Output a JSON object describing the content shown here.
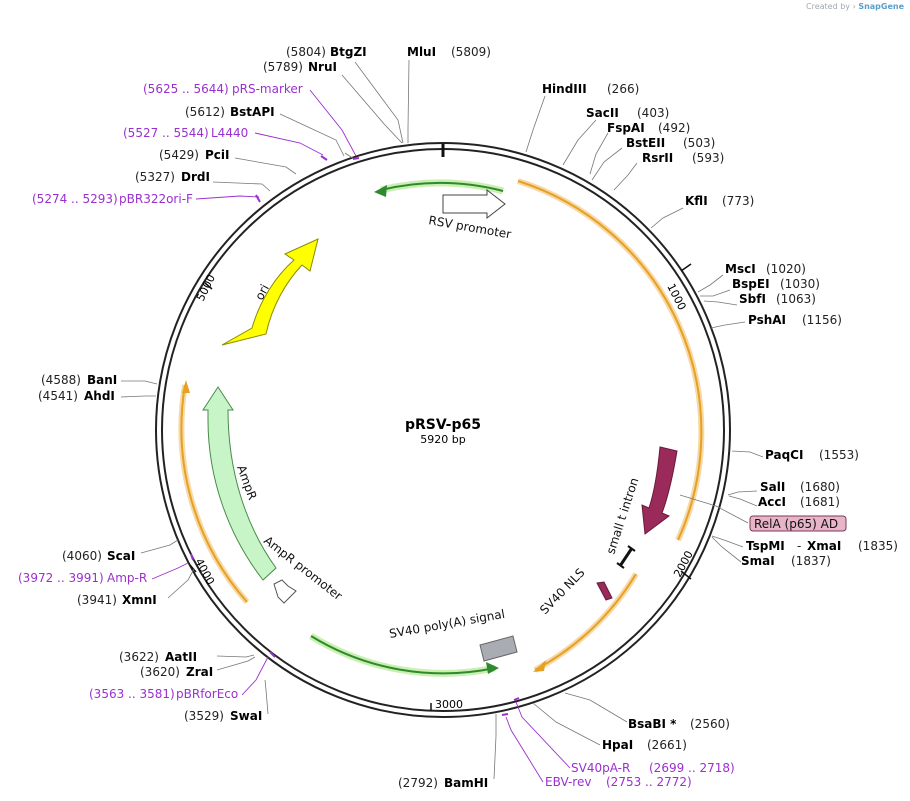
{
  "credit": {
    "prefix": "Created by",
    "brand": "SnapGene"
  },
  "plasmid": {
    "name": "pRSV-p65",
    "length": "5920 bp"
  },
  "ticks": [
    "1000",
    "2000",
    "3000",
    "4000",
    "5000"
  ],
  "enzymes": [
    {
      "name": "BtgZI",
      "pos": "(5804)"
    },
    {
      "name": "NruI",
      "pos": "(5789)"
    },
    {
      "name": "MluI",
      "pos": "(5809)"
    },
    {
      "name": "HindIII",
      "pos": "(266)"
    },
    {
      "name": "SacII",
      "pos": "(403)"
    },
    {
      "name": "FspAI",
      "pos": "(492)"
    },
    {
      "name": "BstEII",
      "pos": "(503)"
    },
    {
      "name": "RsrII",
      "pos": "(593)"
    },
    {
      "name": "KflI",
      "pos": "(773)"
    },
    {
      "name": "MscI",
      "pos": "(1020)"
    },
    {
      "name": "BspEI",
      "pos": "(1030)"
    },
    {
      "name": "SbfI",
      "pos": "(1063)"
    },
    {
      "name": "PshAI",
      "pos": "(1156)"
    },
    {
      "name": "PaqCI",
      "pos": "(1553)"
    },
    {
      "name": "SalI",
      "pos": "(1680)"
    },
    {
      "name": "AccI",
      "pos": "(1681)"
    },
    {
      "name": "TspMI",
      "pos": "(1835)"
    },
    {
      "name": "XmaI",
      "pos": ""
    },
    {
      "name": "SmaI",
      "pos": "(1837)"
    },
    {
      "name": "BsaBI *",
      "pos": "(2560)"
    },
    {
      "name": "HpaI",
      "pos": "(2661)"
    },
    {
      "name": "BamHI",
      "pos": "(2792)"
    },
    {
      "name": "SwaI",
      "pos": "(3529)"
    },
    {
      "name": "ZraI",
      "pos": "(3620)"
    },
    {
      "name": "AatII",
      "pos": "(3622)"
    },
    {
      "name": "XmnI",
      "pos": "(3941)"
    },
    {
      "name": "ScaI",
      "pos": "(4060)"
    },
    {
      "name": "AhdI",
      "pos": "(4541)"
    },
    {
      "name": "BanI",
      "pos": "(4588)"
    },
    {
      "name": "DrdI",
      "pos": "(5327)"
    },
    {
      "name": "PciI",
      "pos": "(5429)"
    },
    {
      "name": "BstAPI",
      "pos": "(5612)"
    }
  ],
  "primers": [
    {
      "range": "(5625 .. 5644)",
      "name": "pRS-marker"
    },
    {
      "range": "(5527 .. 5544)",
      "name": "L4440"
    },
    {
      "range": "(5274 .. 5293)",
      "name": "pBR322ori-F"
    },
    {
      "range": "(3972 .. 3991)",
      "name": "Amp-R"
    },
    {
      "range": "(3563 .. 3581)",
      "name": "pBRforEco"
    },
    {
      "range": "(2699 .. 2718)",
      "name": "SV40pA-R"
    },
    {
      "range": "(2753 .. 2772)",
      "name": "EBV-rev"
    }
  ],
  "features": {
    "rsv_promoter": "RSV promoter",
    "ori": "ori",
    "ampr": "AmpR",
    "ampr_promoter": "AmpR promoter",
    "sv40_polya": "SV40 poly(A) signal",
    "small_t_intron": "small t intron",
    "sv40_nls": "SV40 NLS",
    "rela_ad": "RelA (p65) AD"
  },
  "colors": {
    "backbone": "#222222",
    "orf_orange": "#e8a020",
    "orf_glow": "#f5d9a8",
    "green_arrow": "#2f8a2f",
    "green_glow": "#c9f0b0",
    "rsv": "#ffffff",
    "ori": "#ffff00",
    "ampr": "#c8f5c8",
    "intron": "#9a2a5a",
    "polya": "#a9adb3",
    "primer": "#9b30d0",
    "rela_box": "#e8b4c8"
  }
}
